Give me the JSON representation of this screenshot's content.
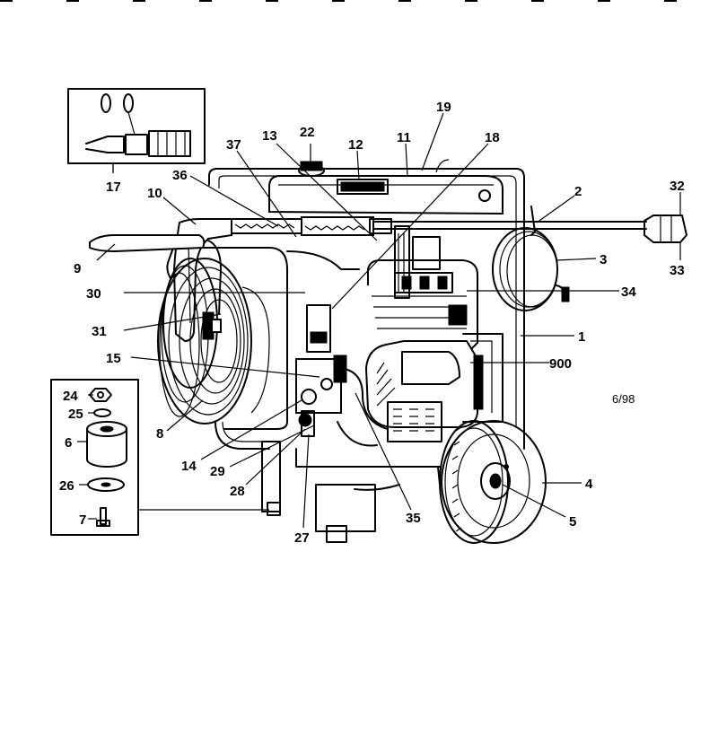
{
  "date_code": "6/98",
  "labels": {
    "l1": "1",
    "l2": "2",
    "l3": "3",
    "l4": "4",
    "l5": "5",
    "l6": "6",
    "l7": "7",
    "l8": "8",
    "l9": "9",
    "l10": "10",
    "l11": "11",
    "l12": "12",
    "l13": "13",
    "l14": "14",
    "l15": "15",
    "l17": "17",
    "l18": "18",
    "l19": "19",
    "l22": "22",
    "l24": "24",
    "l25": "25",
    "l26": "26",
    "l27": "27",
    "l28": "28",
    "l29": "29",
    "l30": "30",
    "l31": "31",
    "l32": "32",
    "l33": "33",
    "l34": "34",
    "l35": "35",
    "l36": "36",
    "l37": "37",
    "l900": "900"
  }
}
